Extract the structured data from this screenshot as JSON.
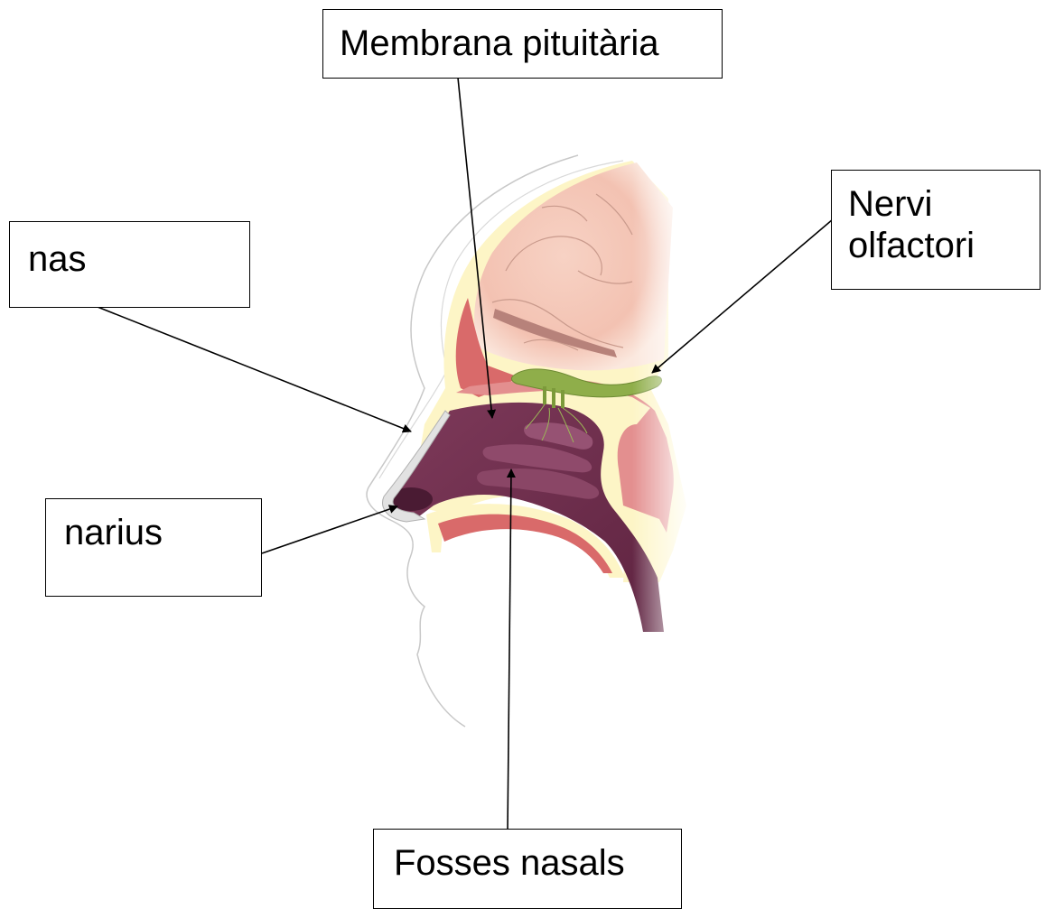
{
  "diagram": {
    "labels": {
      "membrana": "Membrana pituitària",
      "nervi_line1": "Nervi",
      "nervi_line2": "olfactori",
      "nas": "nas",
      "narius": "narius",
      "fosses": "Fosses nasals"
    }
  }
}
